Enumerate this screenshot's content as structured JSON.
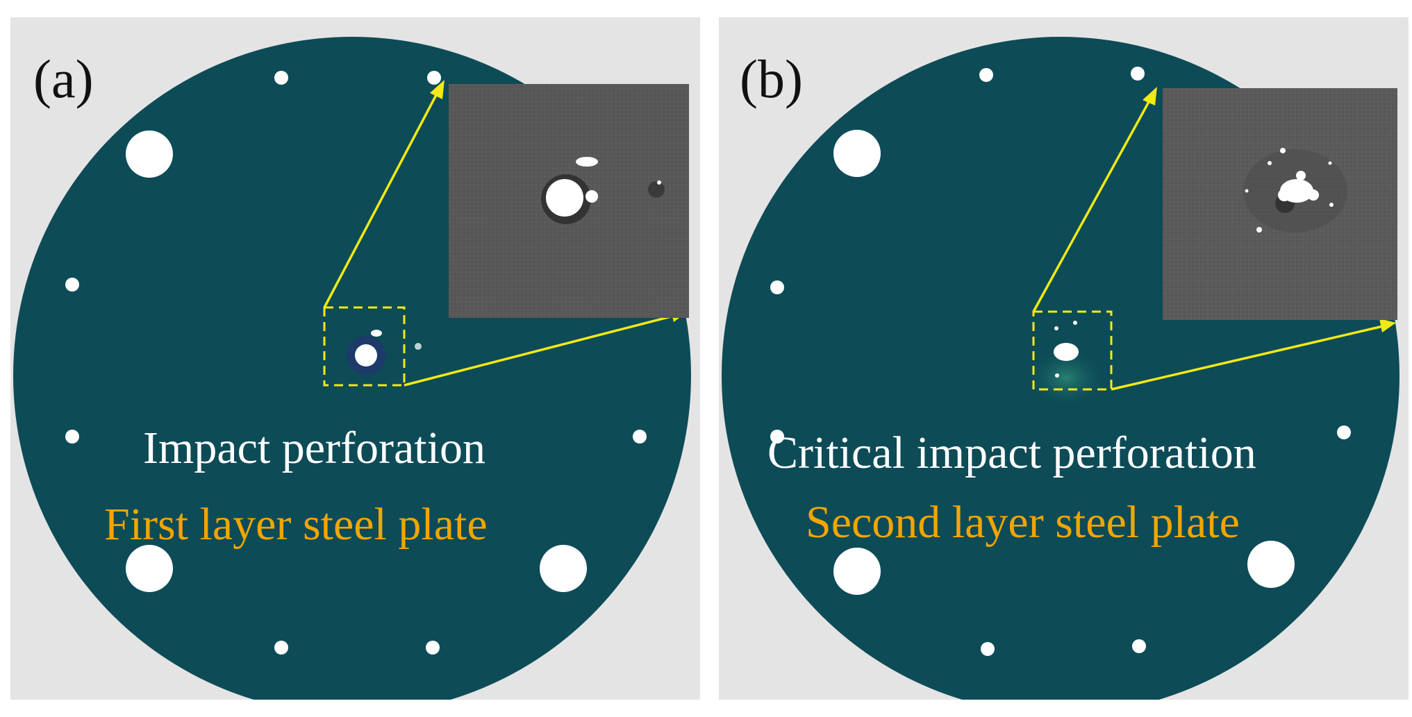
{
  "colors": {
    "plate": "#0d4b57",
    "background": "#e4e4e4",
    "arrow": "#f2ea12",
    "orange_text": "#f2a500",
    "inset": "#555555"
  },
  "panels": [
    {
      "letter": "(a)",
      "caption_white": "Impact perforation",
      "caption_orange": "First layer steel plate"
    },
    {
      "letter": "(b)",
      "caption_white": "Critical impact perforation",
      "caption_orange": "Second layer steel plate"
    }
  ]
}
